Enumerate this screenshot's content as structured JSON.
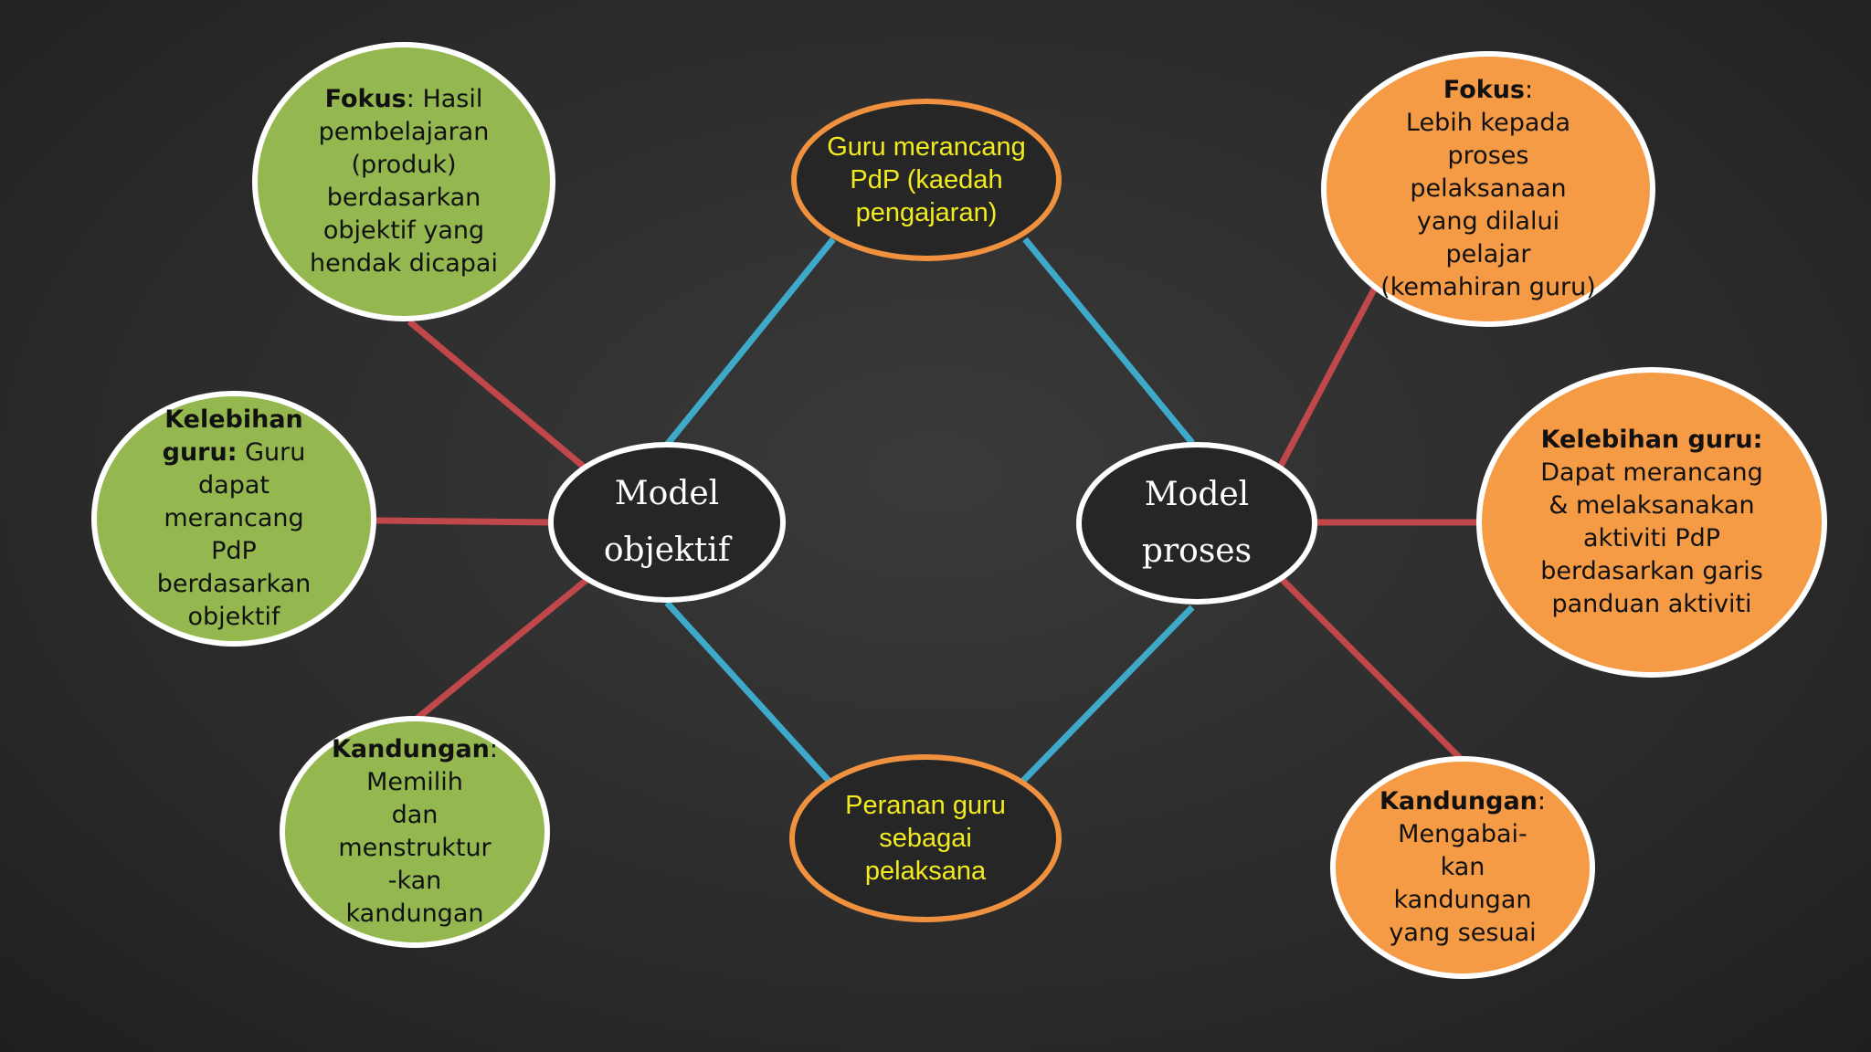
{
  "hub_left": {
    "line1": "Model",
    "line2": "objektif"
  },
  "hub_right": {
    "line1": "Model",
    "line2": "proses"
  },
  "mid_top": {
    "line1": "Guru merancang",
    "line2": "PdP (kaedah",
    "line3": "pengajaran)"
  },
  "mid_bottom": {
    "line1": "Peranan guru",
    "line2": "sebagai",
    "line3": "pelaksana"
  },
  "left_fokus": {
    "label": "Fokus",
    "text_inline": ": Hasil",
    "lines": [
      "pembelajaran",
      "(produk)",
      "berdasarkan",
      "objektif yang",
      "hendak dicapai"
    ]
  },
  "left_kelebihan": {
    "label_line1": "Kelebihan",
    "label_line2": "guru:",
    "text_inline": " Guru",
    "lines": [
      "dapat",
      "merancang",
      "PdP",
      "berdasarkan",
      "objektif"
    ]
  },
  "left_kandungan": {
    "label": "Kandungan",
    "text_inline": ":",
    "lines": [
      "Memilih",
      "dan",
      "menstruktur",
      "-kan",
      "kandungan"
    ]
  },
  "right_fokus": {
    "label": "Fokus",
    "text_inline": ":",
    "lines": [
      "Lebih kepada",
      "proses",
      "pelaksanaan",
      "yang dilalui",
      "pelajar",
      "(kemahiran guru)"
    ]
  },
  "right_kelebihan": {
    "label": "Kelebihan guru:",
    "lines": [
      "Dapat merancang",
      "& melaksanakan",
      "aktiviti PdP",
      "berdasarkan garis",
      "panduan aktiviti"
    ]
  },
  "right_kandungan": {
    "label": "Kandungan",
    "text_inline": ":",
    "lines": [
      "Mengabai-",
      "kan",
      "kandungan",
      "yang sesuai"
    ]
  },
  "colors": {
    "green_fill": "#94b84f",
    "orange_fill": "#f59a45",
    "red_connector": "#c0474a",
    "blue_connector": "#3fa9c9",
    "mid_border": "#f0913f",
    "mid_text": "#f2ec1e"
  }
}
